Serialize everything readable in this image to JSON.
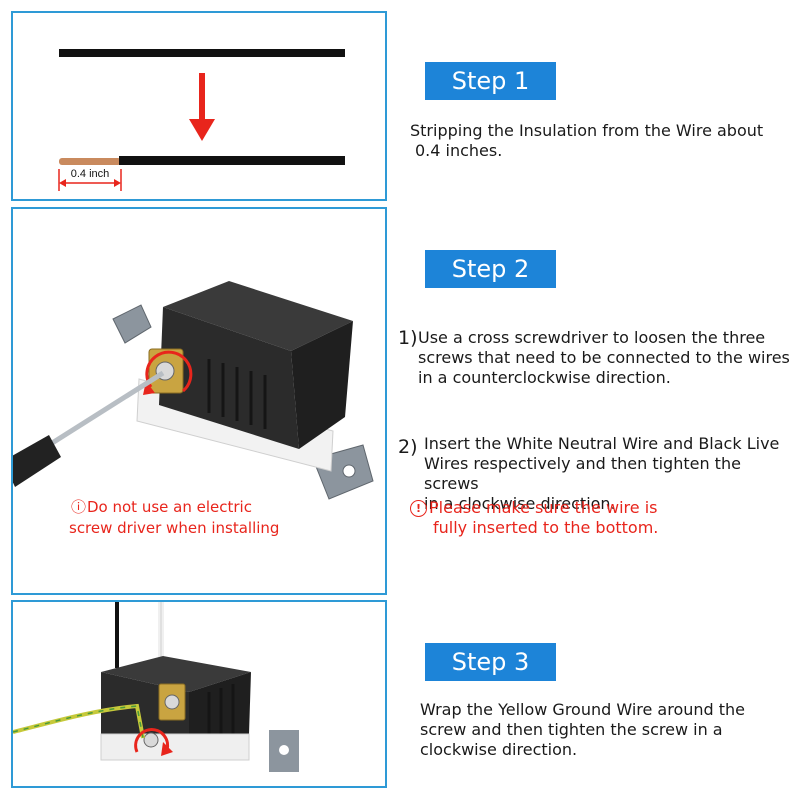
{
  "steps": [
    {
      "badge": "Step 1",
      "text_lines": [
        "Stripping the Insulation from the Wire about",
        "0.4 inches."
      ],
      "measure_label": "0.4 inch"
    },
    {
      "badge": "Step 2",
      "item1_number": "1)",
      "item1_lines": [
        "Use a cross screwdriver to loosen the three",
        "screws that need to be connected to the wires",
        "in a counterclockwise direction."
      ],
      "item2_number": "2)",
      "item2_lines": [
        "Insert the White Neutral Wire and Black Live",
        "Wires respectively and then tighten the screws",
        "in a clockwise direction."
      ],
      "warning_right_lines": [
        "Please make sure the wire is",
        "fully inserted to the bottom."
      ],
      "warning_left_lines": [
        "Do not use an electric",
        "screw driver when installing"
      ]
    },
    {
      "badge": "Step 3",
      "text_lines": [
        "Wrap the Yellow Ground Wire around the",
        "screw and then tighten the screw in a",
        "clockwise direction."
      ]
    }
  ],
  "colors": {
    "badge_bg": "#1d84d8",
    "panel_border": "#2e9ad6",
    "warning": "#e8251c",
    "wire": "#111111",
    "copper": "#c98a5e"
  },
  "icons": [
    "arrow-down-icon",
    "warning-circle-icon",
    "rotate-counterclockwise-icon",
    "rotate-clockwise-icon"
  ]
}
